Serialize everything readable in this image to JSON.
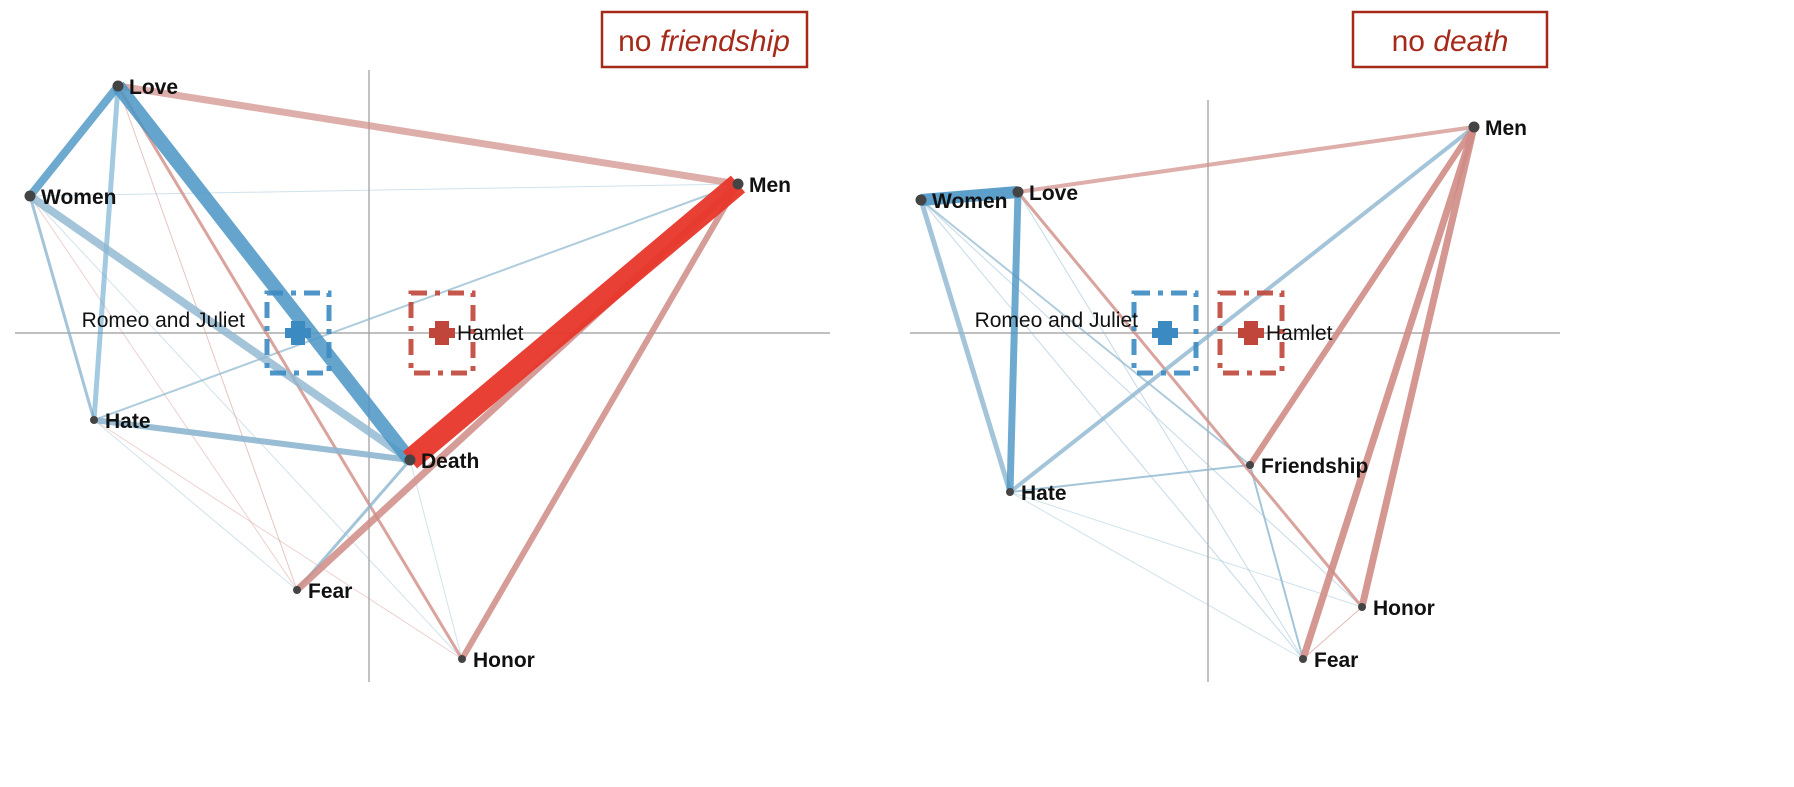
{
  "colors": {
    "blue": "#4a95c4",
    "blue_light": "#8db6cf",
    "red": "#e8362a",
    "red_light": "#cf8c86",
    "node": "#444444",
    "axis": "#999999",
    "title": "#a52a1a"
  },
  "panels": [
    {
      "title_prefix": "no ",
      "title_emph": "friendship",
      "groups": [
        {
          "label": "Romeo and Juliet",
          "color": "blue"
        },
        {
          "label": "Hamlet",
          "color": "red"
        }
      ],
      "nodes": [
        "Love",
        "Women",
        "Men",
        "Hate",
        "Death",
        "Fear",
        "Honor"
      ],
      "edges": [
        [
          "Love",
          "Women",
          "blue",
          8,
          0.8
        ],
        [
          "Love",
          "Death",
          "blue",
          14,
          0.85
        ],
        [
          "Love",
          "Hate",
          "blue",
          5,
          0.5
        ],
        [
          "Love",
          "Men",
          "red_light",
          7,
          0.7
        ],
        [
          "Love",
          "Honor",
          "red_light",
          3,
          0.8
        ],
        [
          "Love",
          "Fear",
          "red_light",
          1,
          0.5
        ],
        [
          "Women",
          "Death",
          "blue_light",
          8,
          0.8
        ],
        [
          "Women",
          "Hate",
          "blue_light",
          3,
          0.8
        ],
        [
          "Women",
          "Men",
          "blue_light",
          1,
          0.4
        ],
        [
          "Women",
          "Fear",
          "red_light",
          1,
          0.4
        ],
        [
          "Women",
          "Honor",
          "blue_light",
          1,
          0.4
        ],
        [
          "Hate",
          "Death",
          "blue_light",
          6,
          0.9
        ],
        [
          "Hate",
          "Men",
          "blue_light",
          2,
          0.7
        ],
        [
          "Hate",
          "Honor",
          "red_light",
          1,
          0.4
        ],
        [
          "Hate",
          "Fear",
          "blue_light",
          1,
          0.4
        ],
        [
          "Men",
          "Death",
          "red",
          22,
          0.95
        ],
        [
          "Men",
          "Fear",
          "red_light",
          7,
          0.85
        ],
        [
          "Men",
          "Honor",
          "red_light",
          6,
          0.85
        ],
        [
          "Death",
          "Fear",
          "blue_light",
          3,
          0.8
        ],
        [
          "Death",
          "Honor",
          "blue_light",
          1,
          0.4
        ]
      ]
    },
    {
      "title_prefix": "no ",
      "title_emph": "death",
      "groups": [
        {
          "label": "Romeo and Juliet",
          "color": "blue"
        },
        {
          "label": "Hamlet",
          "color": "red"
        }
      ],
      "nodes": [
        "Women",
        "Love",
        "Men",
        "Hate",
        "Friendship",
        "Fear",
        "Honor"
      ],
      "edges": [
        [
          "Women",
          "Love",
          "blue",
          12,
          0.9
        ],
        [
          "Women",
          "Hate",
          "blue_light",
          5,
          0.8
        ],
        [
          "Love",
          "Hate",
          "blue",
          7,
          0.8
        ],
        [
          "Love",
          "Men",
          "red_light",
          4,
          0.7
        ],
        [
          "Love",
          "Honor",
          "red_light",
          3,
          0.8
        ],
        [
          "Love",
          "Fear",
          "blue_light",
          1,
          0.5
        ],
        [
          "Men",
          "Friendship",
          "red_light",
          6,
          0.9
        ],
        [
          "Men",
          "Fear",
          "red_light",
          7,
          0.9
        ],
        [
          "Men",
          "Honor",
          "red_light",
          7,
          0.9
        ],
        [
          "Men",
          "Hate",
          "blue_light",
          4,
          0.8
        ],
        [
          "Hate",
          "Friendship",
          "blue_light",
          2,
          0.8
        ],
        [
          "Friendship",
          "Fear",
          "blue_light",
          2,
          0.8
        ],
        [
          "Women",
          "Fear",
          "blue_light",
          1,
          0.5
        ],
        [
          "Women",
          "Friendship",
          "blue_light",
          2,
          0.7
        ],
        [
          "Women",
          "Honor",
          "blue_light",
          1,
          0.5
        ],
        [
          "Hate",
          "Fear",
          "blue_light",
          1,
          0.4
        ],
        [
          "Hate",
          "Honor",
          "blue_light",
          1,
          0.4
        ],
        [
          "Fear",
          "Honor",
          "red_light",
          1,
          0.6
        ]
      ]
    }
  ]
}
